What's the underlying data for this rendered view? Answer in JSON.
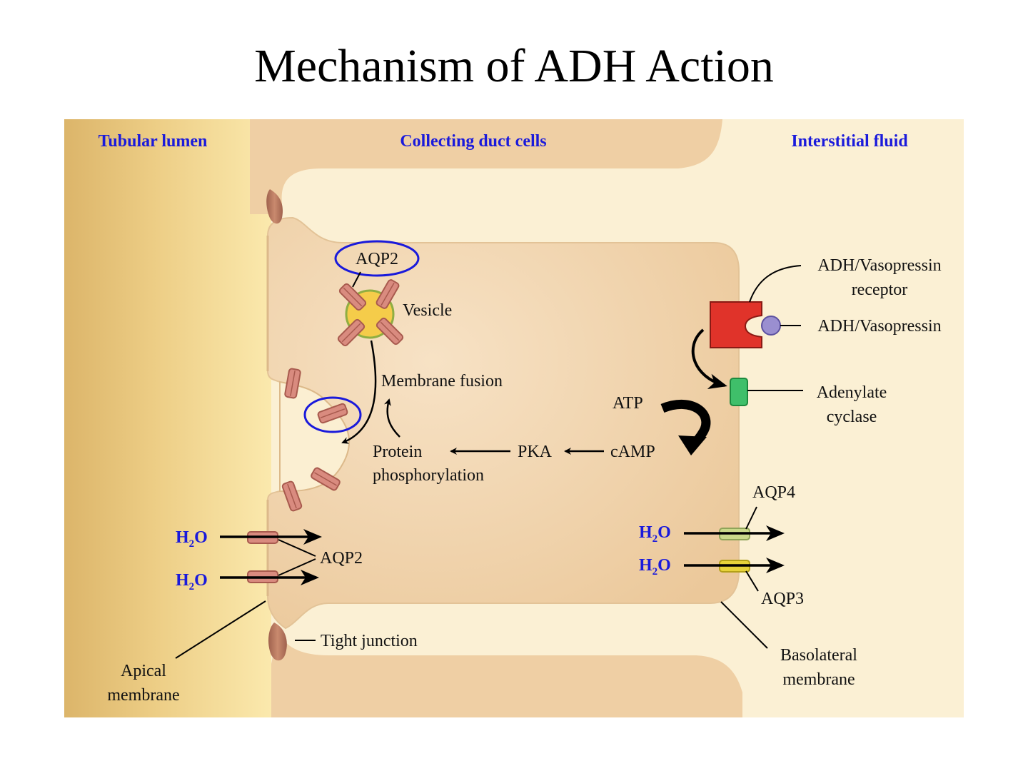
{
  "title": "Mechanism of ADH Action",
  "regions": {
    "tubular_lumen": "Tubular lumen",
    "collecting_duct_cells": "Collecting duct cells",
    "interstitial_fluid": "Interstitial fluid"
  },
  "labels": {
    "aqp2_top": "AQP2",
    "vesicle": "Vesicle",
    "membrane_fusion": "Membrane fusion",
    "protein": "Protein",
    "phosphorylation": "phosphorylation",
    "pka": "PKA",
    "camp": "cAMP",
    "atp": "ATP",
    "receptor_line1": "ADH/Vasopressin",
    "receptor_line2": "receptor",
    "adh": "ADH/Vasopressin",
    "adenylate": "Adenylate",
    "cyclase": "cyclase",
    "aqp4": "AQP4",
    "aqp3": "AQP3",
    "aqp2_bottom": "AQP2",
    "tight_junction": "Tight junction",
    "apical_line1": "Apical",
    "apical_line2": "membrane",
    "basolateral_line1": "Basolateral",
    "basolateral_line2": "membrane"
  },
  "water": {
    "h": "H",
    "sub": "2",
    "o": "O"
  },
  "colors": {
    "region_label": "#1a1adb",
    "highlight_ring": "#1a1adb",
    "receptor": "#e0332a",
    "adh_ball": "#9a8fd0",
    "adenylate_cyclase": "#3fbf6a",
    "aqp_channel": "#d98b7f",
    "aqp4_channel": "#c9d98a",
    "aqp3_channel": "#e6d23a",
    "cell_fill": "#efcfa4",
    "lumen": "#f2d58a",
    "interstitial": "#fbf0d4"
  }
}
